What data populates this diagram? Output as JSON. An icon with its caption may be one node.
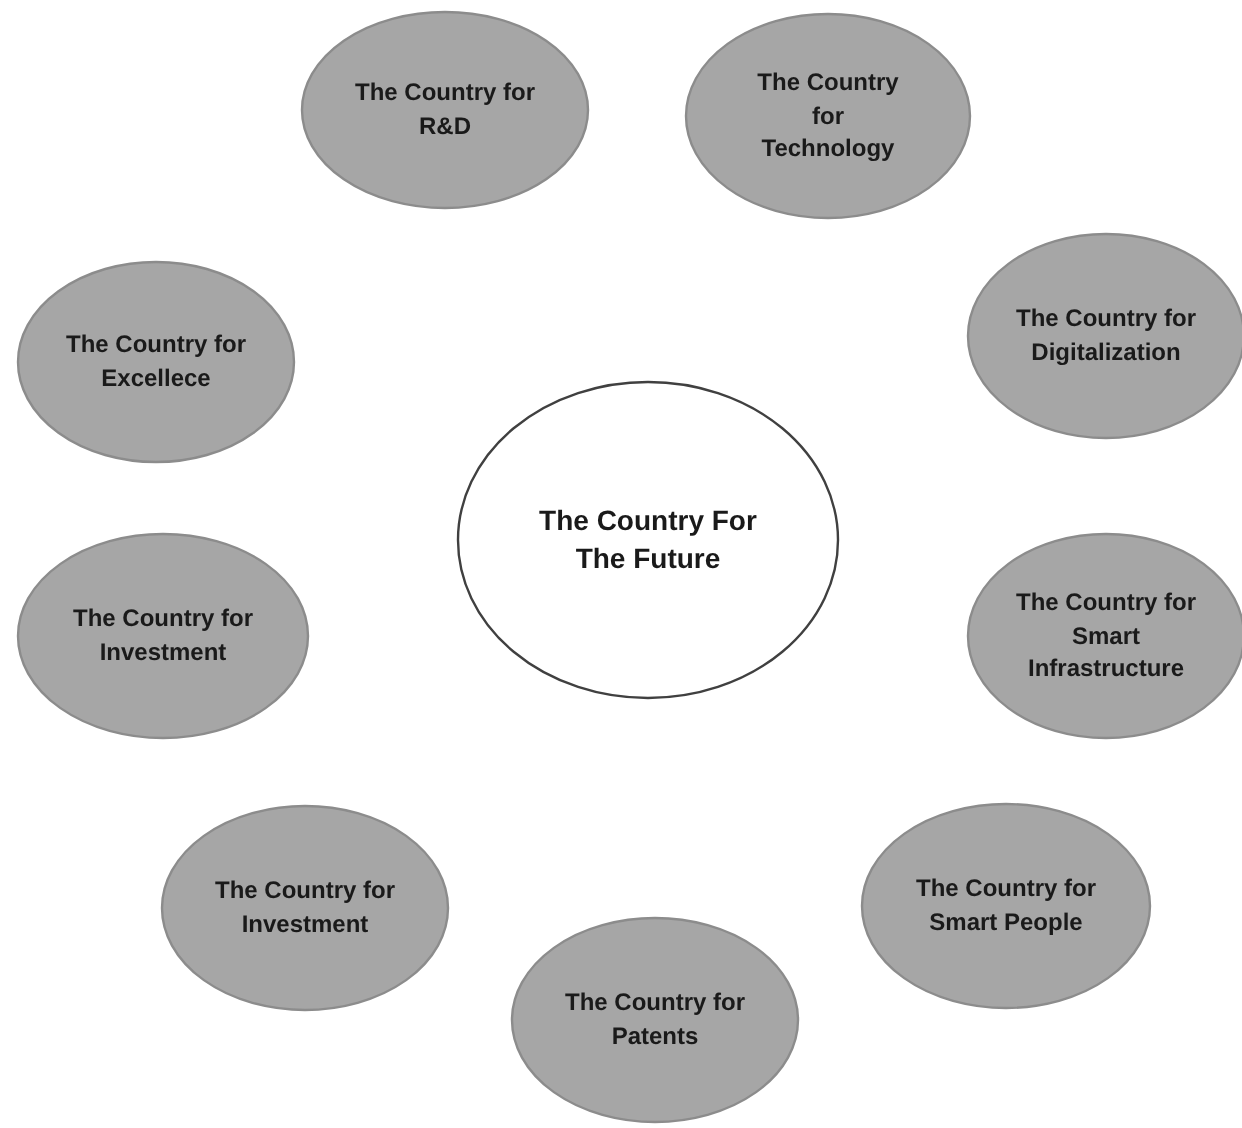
{
  "diagram": {
    "nodes": [
      {
        "text": [
          "The Country for R&D"
        ]
      },
      {
        "text": [
          "The Country for Technology"
        ]
      },
      {
        "text": [
          "The Country for Digitalization"
        ]
      },
      {
        "text": [
          "The Country for Excellece"
        ]
      },
      {
        "text": [
          "The Country For The Future"
        ]
      },
      {
        "text": [
          "The Country for Investment"
        ]
      },
      {
        "text": [
          "The Country for Smart Infrastructure"
        ]
      },
      {
        "text": [
          "The Country for Investment"
        ]
      },
      {
        "text": [
          "The Country for Smart People"
        ]
      },
      {
        "text": [
          "The Country for Patents"
        ]
      }
    ]
  }
}
